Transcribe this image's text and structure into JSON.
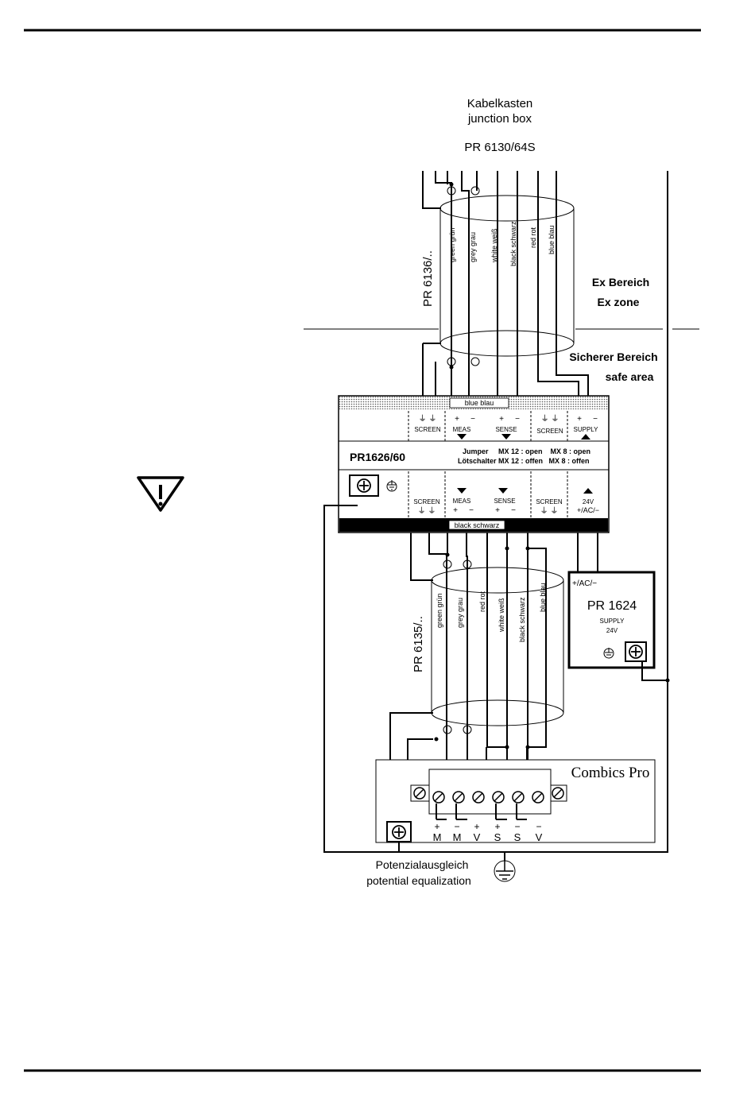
{
  "junction_box": {
    "title_de": "Kabelkasten",
    "title_en": "junction box",
    "model": "PR 6130/64S"
  },
  "cable_top": {
    "label": "PR 6136/..",
    "wires": [
      "green  grün",
      "grey  grau",
      "white  weiß",
      "black  schwarz",
      "red  rot",
      "blue  blau"
    ]
  },
  "zones": {
    "ex_de": "Ex Bereich",
    "ex_en": "Ex zone",
    "safe_de": "Sicherer Bereich",
    "safe_en": "safe area"
  },
  "module": {
    "model": "PR1626/60",
    "top_strip": "blue  blau",
    "bottom_strip": "black  schwarz",
    "top_labels": {
      "screen1": "SCREEN",
      "meas": "MEAS",
      "sense": "SENSE",
      "screen2": "SCREEN",
      "supply": "SUPPLY"
    },
    "bottom_labels": {
      "screen1": "SCREEN",
      "meas": "MEAS",
      "sense": "SENSE",
      "screen2": "SCREEN",
      "volt": "24V",
      "ac": "+/AC/−"
    },
    "jumper_row1": "Jumper     MX 12 : open    MX 8 : open",
    "jumper_row2": "Lötschalter MX 12 : offen   MX 8 : offen",
    "polarity": {
      "plus": "+",
      "minus": "−"
    }
  },
  "cable_bottom": {
    "label": "PR 6135/..",
    "wires": [
      "green  grün",
      "grey  grau",
      "red  rot",
      "white  weiß",
      "black  schwarz",
      "blue  blau"
    ]
  },
  "supply": {
    "model": "PR 1624",
    "ac": "+/AC/−",
    "label": "SUPPLY",
    "volt": "24V"
  },
  "indicator": {
    "name": "Combics Pro",
    "terminals": [
      {
        "sign": "+",
        "letter": "M"
      },
      {
        "sign": "−",
        "letter": "M"
      },
      {
        "sign": "+",
        "letter": "V"
      },
      {
        "sign": "+",
        "letter": "S"
      },
      {
        "sign": "−",
        "letter": "S"
      },
      {
        "sign": "−",
        "letter": "V"
      }
    ]
  },
  "equalization": {
    "de": "Potenzialausgleich",
    "en": "potential equalization"
  },
  "icons": [
    "warning-triangle-icon",
    "ground-icon",
    "ground-terminal-icon",
    "screw-terminal-icon"
  ]
}
